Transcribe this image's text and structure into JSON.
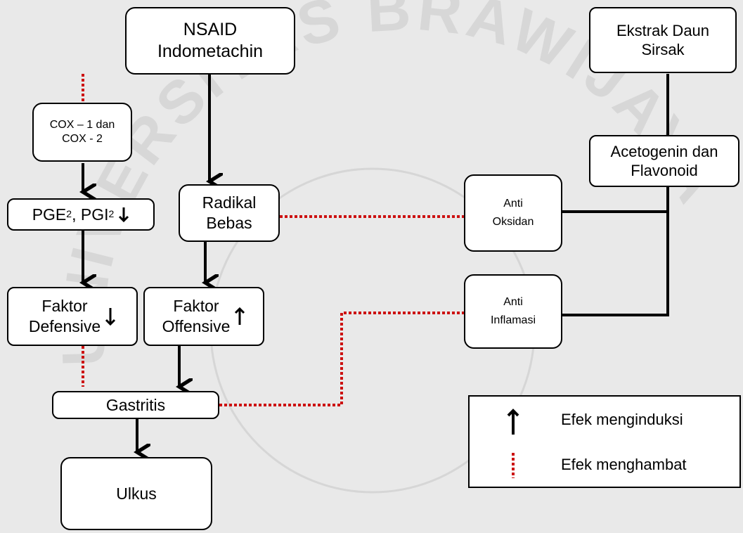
{
  "watermark": {
    "text": "UNIVERSITAS BRAWIJAYA"
  },
  "nodes": {
    "nsaid": {
      "line1": "NSAID",
      "line2": "Indometachin"
    },
    "cox": {
      "line1": "COX – 1 dan",
      "line2": "COX - 2"
    },
    "pge": {
      "base1": "PGE",
      "sub1": "2",
      "sep": ", ",
      "base2": "PGI",
      "sub2": "2",
      "arrow": "down"
    },
    "radikal": {
      "line1": "Radikal",
      "line2": "Bebas"
    },
    "defensive": {
      "line1": "Faktor",
      "line2": "Defensive",
      "arrow": "down"
    },
    "offensive": {
      "line1": "Faktor",
      "line2": "Offensive",
      "arrow": "up"
    },
    "gastritis": {
      "label": "Gastritis"
    },
    "ulkus": {
      "label": "Ulkus"
    },
    "ekstrak": {
      "line1": "Ekstrak Daun",
      "line2": "Sirsak"
    },
    "aceto": {
      "line1": "Acetogenin dan",
      "line2": "Flavonoid"
    },
    "oksidan": {
      "line1": "Anti",
      "line2": "Oksidan"
    },
    "inflamasi": {
      "line1": "Anti",
      "line2": "Inflamasi"
    }
  },
  "legend": {
    "induce_label": "Efek menginduksi",
    "inhibit_label": "Efek menghambat"
  },
  "colors": {
    "inhibit": "#cc1111",
    "induce": "#000000",
    "box_fill": "#ffffff",
    "background": "#e9e9e9"
  }
}
